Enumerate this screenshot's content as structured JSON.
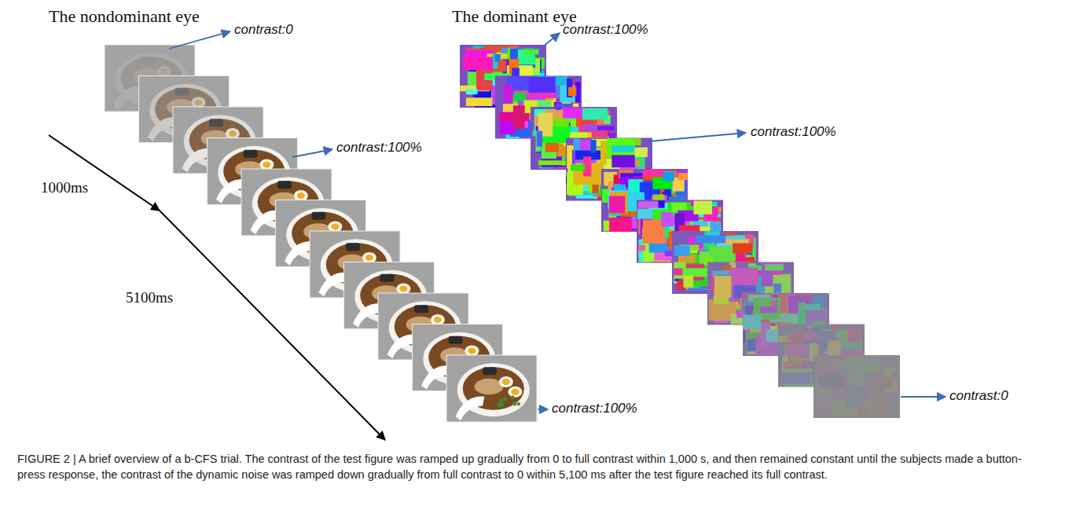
{
  "diagram": {
    "caption": "FIGURE 2 | A brief overview of a b-CFS trial. The contrast of the test figure was ramped up gradually from 0 to full contrast within 1,000 s, and then remained constant until the subjects made a button-press response, the contrast of the dynamic noise was ramped down gradually from full contrast to 0 within 5,100 ms after the test figure reached its full contrast.",
    "labels": [
      "The nondominant eye",
      "The dominant eye",
      "contrast:0",
      "contrast:100%",
      "contrast:100%",
      "1000ms",
      "contrast:100%",
      "5100ms",
      "contrast:100%",
      "contrast:0"
    ]
  }
}
